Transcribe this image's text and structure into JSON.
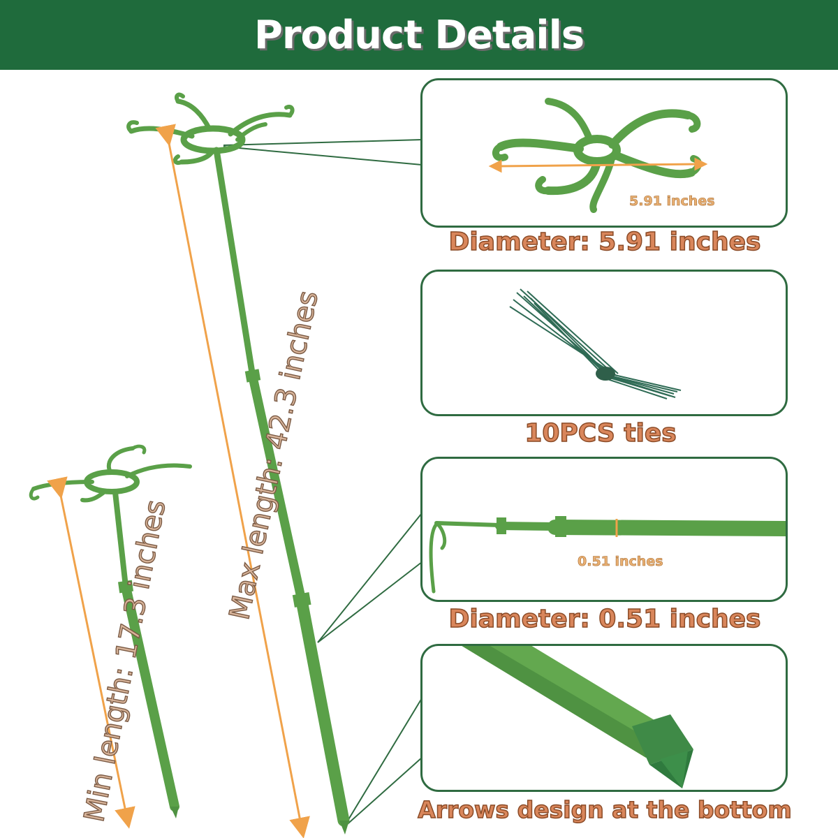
{
  "banner": {
    "title": "Product Details"
  },
  "labels": {
    "max_length": "Max length:  42.3 inches",
    "min_length": "Min length:  17.3 inches"
  },
  "panels": {
    "ring": {
      "measurement": "5.91 inches",
      "caption": "Diameter:  5.91 inches"
    },
    "ties": {
      "caption": "10PCS ties"
    },
    "rod": {
      "measurement": "0.51 inches",
      "caption": "Diameter:  0.51 inches"
    },
    "tip": {
      "caption": "Arrows design at the bottom"
    }
  },
  "colors": {
    "banner": "#1f6b3c",
    "stake_green": "#5aa048",
    "arrow_orange": "#f0a24a",
    "panel_border": "#2f6b41",
    "caption_fill": "#d9865b"
  }
}
